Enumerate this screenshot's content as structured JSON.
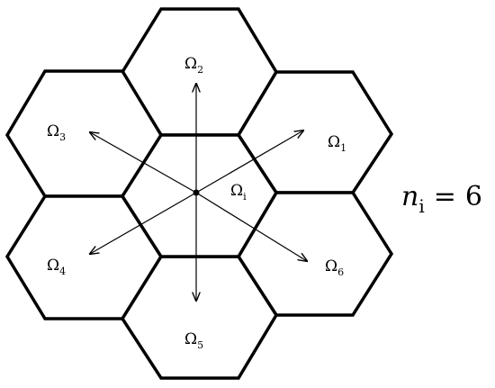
{
  "cells": [
    {
      "id": "omega-1",
      "symbol": "Ω",
      "subscript": "1"
    },
    {
      "id": "omega-2",
      "symbol": "Ω",
      "subscript": "2"
    },
    {
      "id": "omega-3",
      "symbol": "Ω",
      "subscript": "3"
    },
    {
      "id": "omega-4",
      "symbol": "Ω",
      "subscript": "4"
    },
    {
      "id": "omega-5",
      "symbol": "Ω",
      "subscript": "5"
    },
    {
      "id": "omega-6",
      "symbol": "Ω",
      "subscript": "6"
    },
    {
      "id": "omega-i",
      "symbol": "Ω",
      "subscript": "i"
    }
  ],
  "equation": {
    "variable": "n",
    "subscript": "i",
    "operator": "=",
    "value": "6"
  }
}
